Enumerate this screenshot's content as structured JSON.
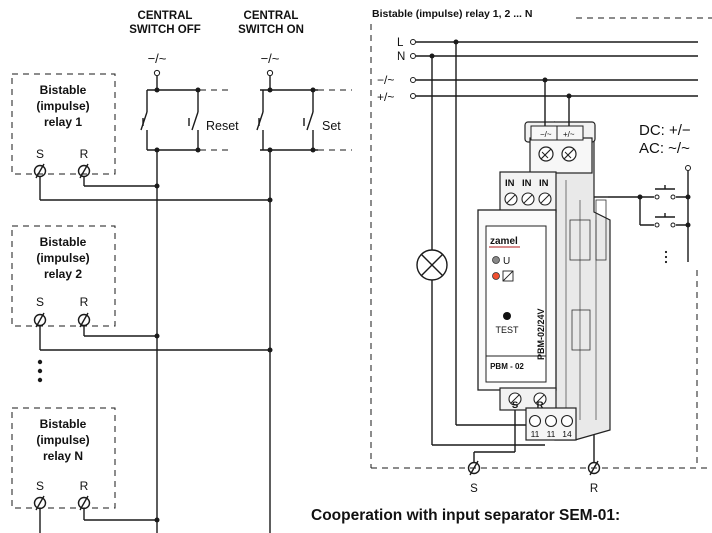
{
  "left_diagram": {
    "header_off": [
      "CENTRAL",
      "SWITCH OFF"
    ],
    "header_on": [
      "CENTRAL",
      "SWITCH ON"
    ],
    "supply_symbol": "−/~",
    "reset_label": "Reset",
    "set_label": "Set",
    "relays": [
      {
        "lines": [
          "Bistable",
          "(impulse)",
          "relay 1"
        ],
        "s": "S",
        "r": "R"
      },
      {
        "lines": [
          "Bistable",
          "(impulse)",
          "relay 2"
        ],
        "s": "S",
        "r": "R"
      },
      {
        "lines": [
          "Bistable",
          "(impulse)",
          "relay N"
        ],
        "s": "S",
        "r": "R"
      }
    ]
  },
  "right_diagram": {
    "frame_title": "Bistable (impulse) relay 1, 2 ... N",
    "terminals": [
      "L",
      "N",
      "−/~",
      "+/~"
    ],
    "dc_label": "DC: +/−",
    "ac_label": "AC: ~/~",
    "device": {
      "brand": "zamel",
      "model": "PBM - 02",
      "side_label": "PBM-02/24V",
      "u_label": "U",
      "test_label": "TEST",
      "inputs": [
        "IN",
        "IN",
        "IN"
      ],
      "s_label": "S",
      "r_label": "R",
      "out_terminals": [
        "11",
        "11",
        "14"
      ]
    },
    "bottom_s": "S",
    "bottom_r": "R"
  },
  "caption": "Cooperation with input separator SEM-01:"
}
